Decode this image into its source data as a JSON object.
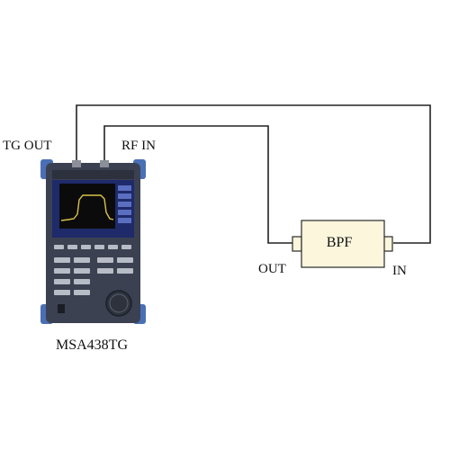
{
  "labels": {
    "tg_out": "TG OUT",
    "rf_in": "RF IN",
    "bpf": "BPF",
    "out": "OUT",
    "in": "IN",
    "model": "MSA438TG"
  },
  "colors": {
    "cable": "#222222",
    "device_body": "#3b4150",
    "device_bumper": "#4a6fb5",
    "screen_bg": "#1f2a6a",
    "screen_plot": "#0b0b0b",
    "trace": "#d9c24a",
    "filter_fill": "#fbf6dc",
    "filter_border": "#2a2a2a"
  }
}
